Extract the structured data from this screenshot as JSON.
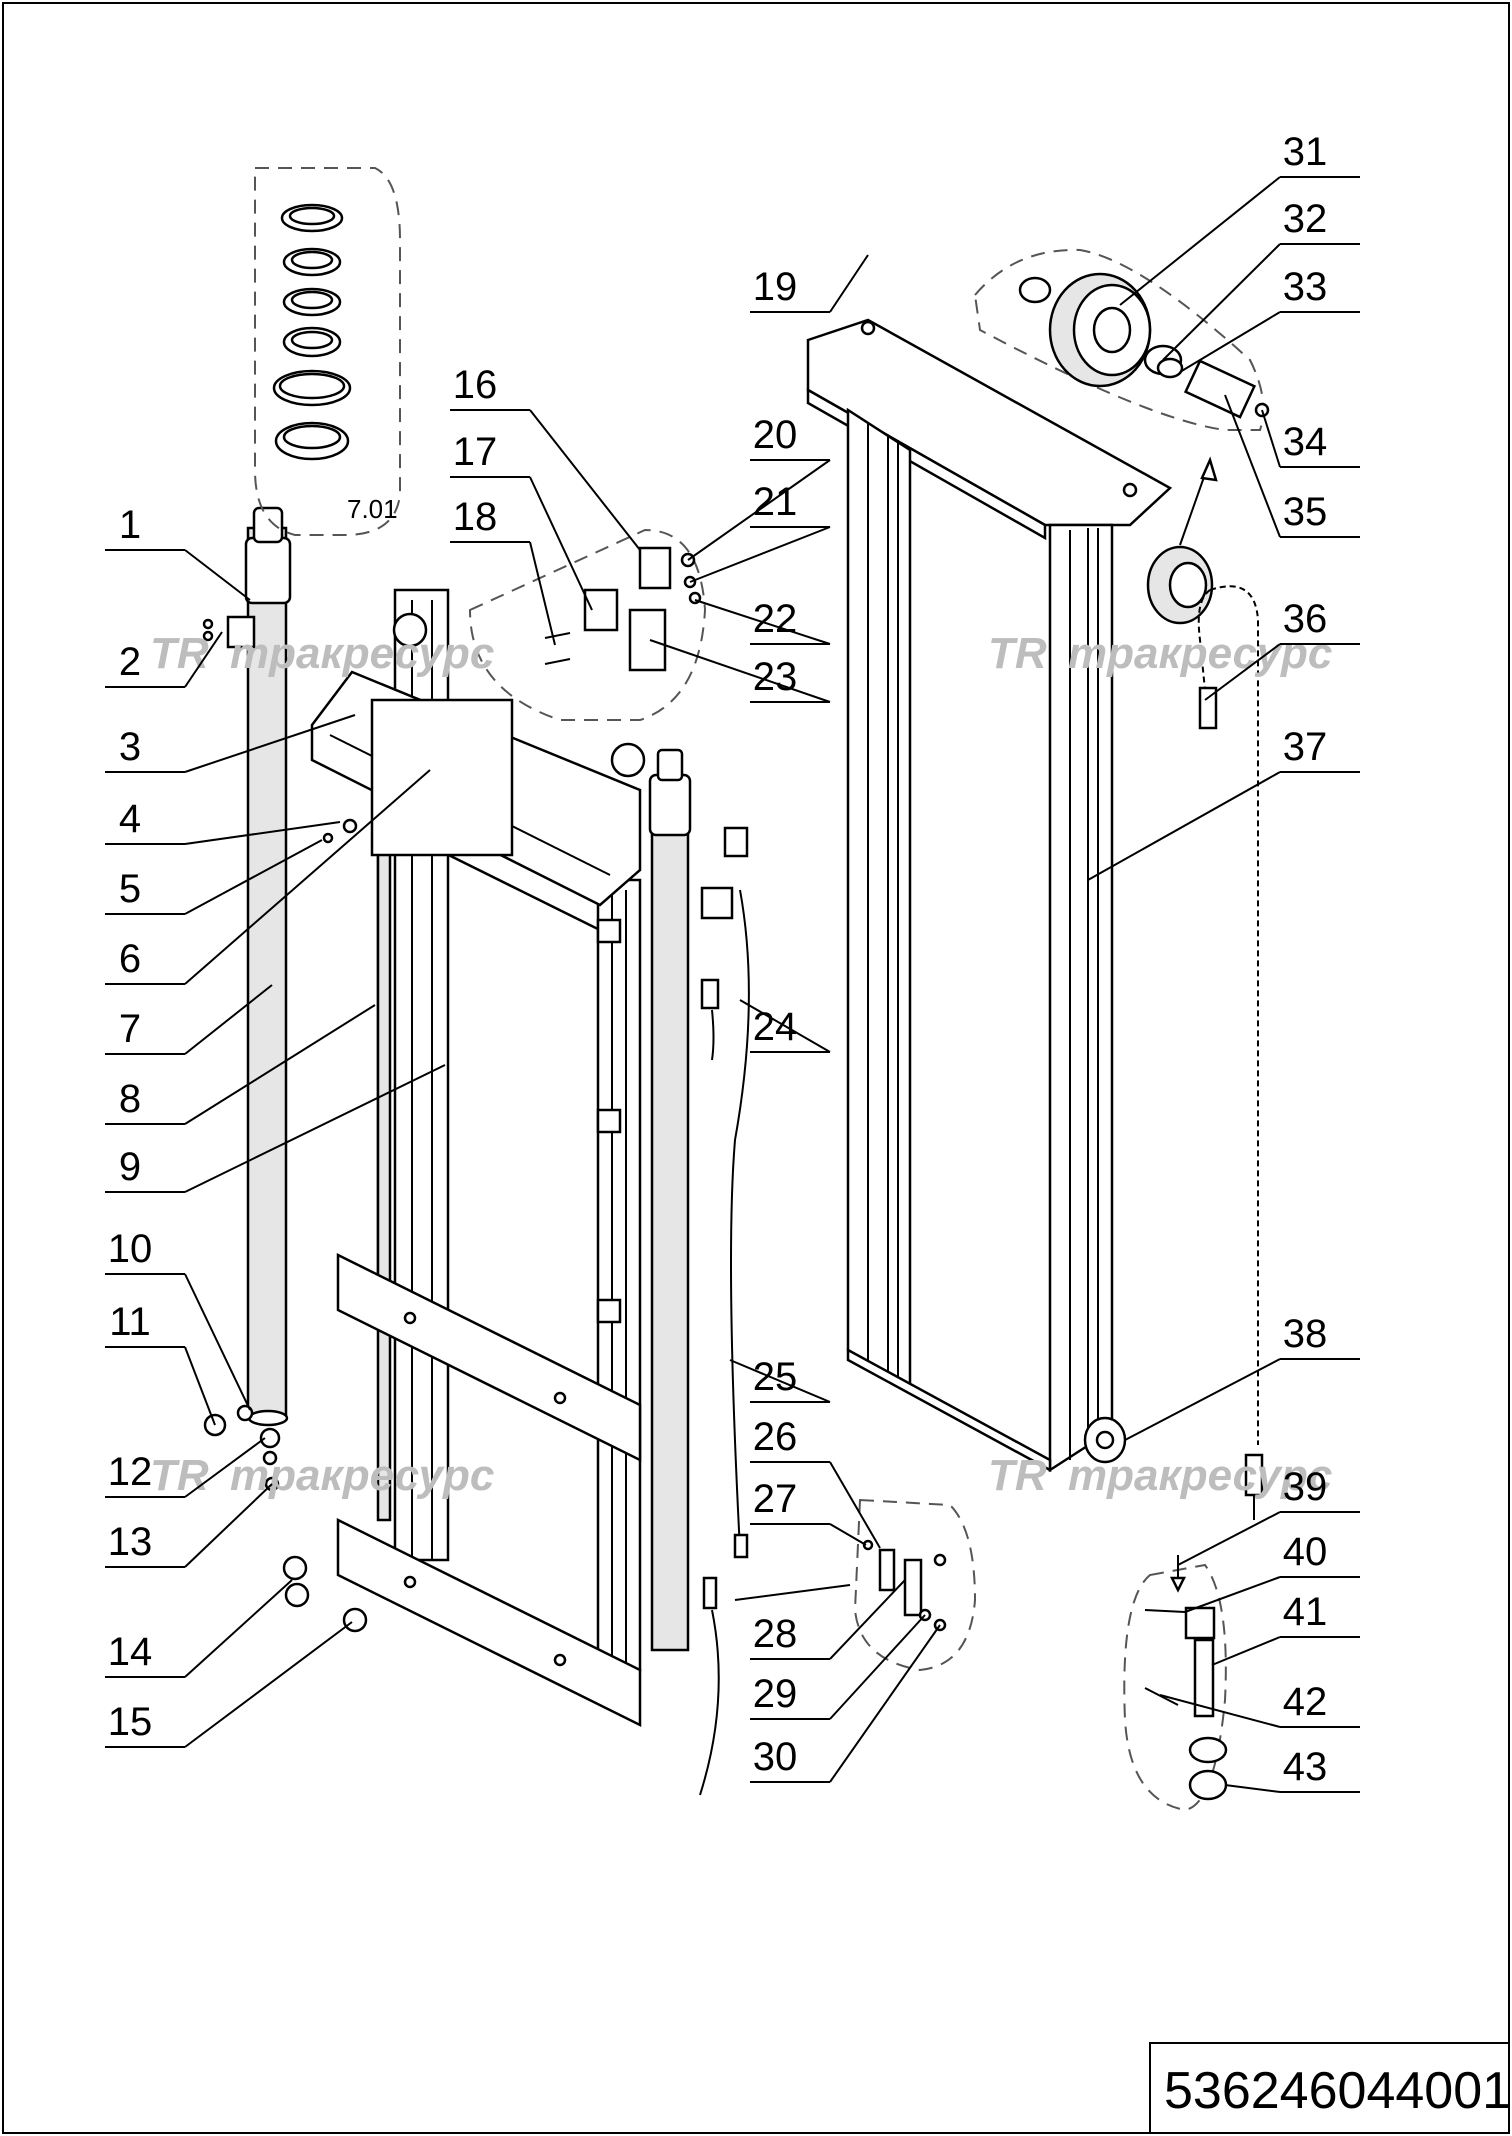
{
  "callouts": {
    "left": [
      "1",
      "2",
      "3",
      "4",
      "5",
      "6",
      "7",
      "8",
      "9",
      "10",
      "11",
      "12",
      "13",
      "14",
      "15"
    ],
    "mid": [
      "16",
      "17",
      "18",
      "19",
      "20",
      "21",
      "22",
      "23",
      "24",
      "25",
      "26",
      "27",
      "28",
      "29",
      "30"
    ],
    "right": [
      "31",
      "32",
      "33",
      "34",
      "35",
      "36",
      "37",
      "38",
      "39",
      "40",
      "41",
      "42",
      "43"
    ]
  },
  "sub_assembly_label": "7.01",
  "watermark_text": "тракресурс",
  "watermark_logo": "TR",
  "drawing_number": "536246044001"
}
